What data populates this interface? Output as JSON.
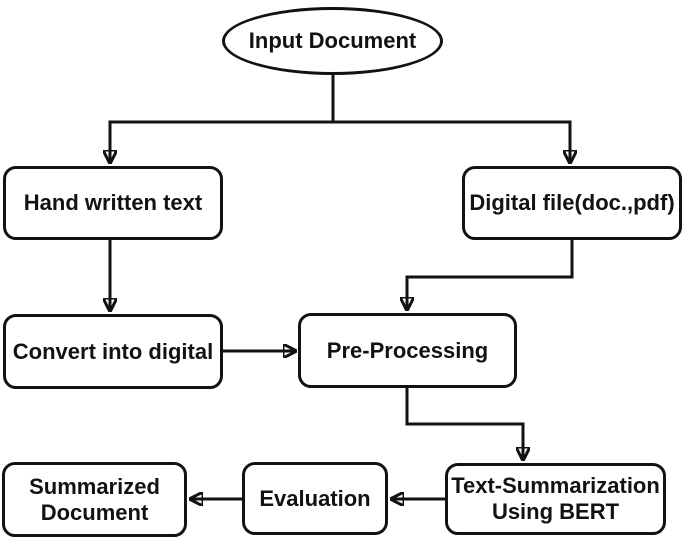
{
  "diagram": {
    "type": "flowchart",
    "colors": {
      "stroke": "#121212",
      "text": "#121212",
      "background": "#ffffff"
    },
    "nodes": {
      "input_document": {
        "label": "Input Document",
        "shape": "ellipse"
      },
      "hand_written_text": {
        "label": "Hand written text",
        "shape": "rounded-rect"
      },
      "digital_file": {
        "label": "Digital file(doc.,pdf)",
        "shape": "rounded-rect"
      },
      "convert_into_digital": {
        "label": "Convert into digital",
        "shape": "rounded-rect"
      },
      "pre_processing": {
        "label": "Pre-Processing",
        "shape": "rounded-rect"
      },
      "text_summarization": {
        "label": "Text-Summarization Using BERT",
        "lines": [
          "Text-Summarization",
          "Using BERT"
        ],
        "shape": "rounded-rect"
      },
      "evaluation": {
        "label": "Evaluation",
        "shape": "rounded-rect"
      },
      "summarized_document": {
        "label": "Summarized Document",
        "lines": [
          "Summarized",
          "Document"
        ],
        "shape": "rounded-rect"
      }
    },
    "edges": [
      {
        "from": "input_document",
        "to": "hand_written_text"
      },
      {
        "from": "input_document",
        "to": "digital_file"
      },
      {
        "from": "hand_written_text",
        "to": "convert_into_digital"
      },
      {
        "from": "digital_file",
        "to": "pre_processing"
      },
      {
        "from": "convert_into_digital",
        "to": "pre_processing"
      },
      {
        "from": "pre_processing",
        "to": "text_summarization"
      },
      {
        "from": "text_summarization",
        "to": "evaluation"
      },
      {
        "from": "evaluation",
        "to": "summarized_document"
      }
    ]
  }
}
